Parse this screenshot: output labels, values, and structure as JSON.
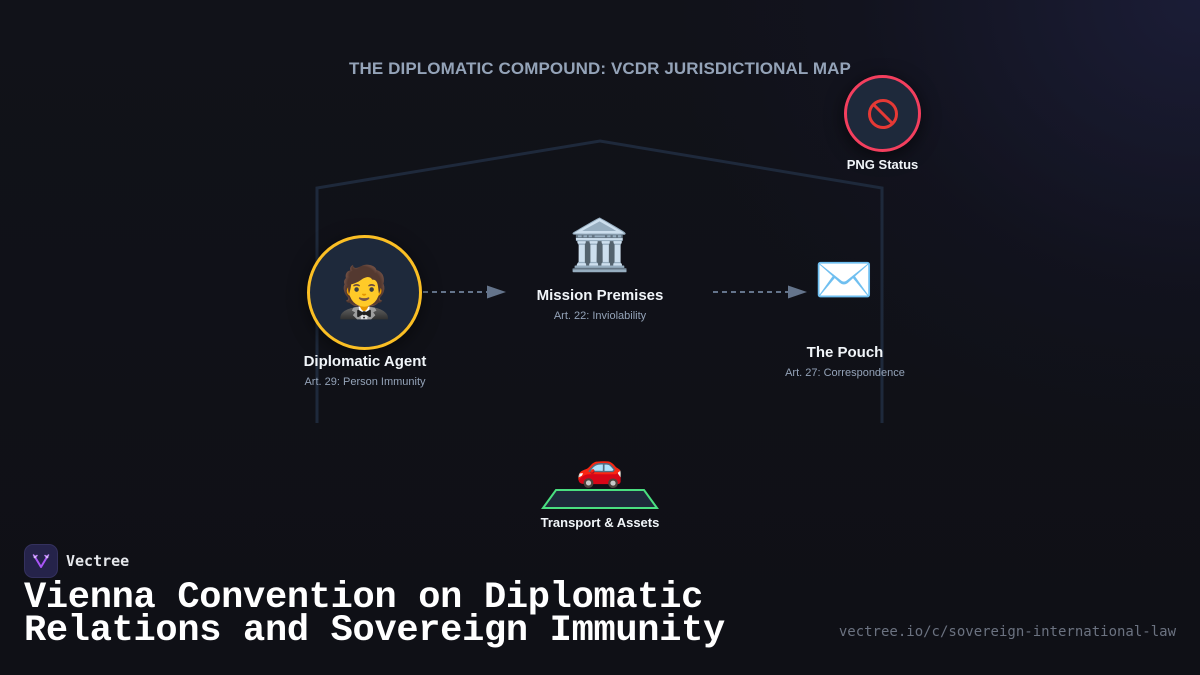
{
  "diagram": {
    "title": "THE DIPLOMATIC COMPOUND: VCDR JURISDICTIONAL MAP",
    "nodes": {
      "agent": {
        "icon": "person-in-tuxedo-icon",
        "glyph": "🤵",
        "label": "Diplomatic Agent",
        "sublabel": "Art. 29: Person Immunity",
        "border_color": "#fbbf24"
      },
      "premises": {
        "icon": "classical-building-icon",
        "glyph": "🏛️",
        "label": "Mission Premises",
        "sublabel": "Art. 22: Inviolability"
      },
      "pouch": {
        "icon": "envelope-icon",
        "glyph": "✉️",
        "label": "The Pouch",
        "sublabel": "Art. 27: Correspondence"
      },
      "png": {
        "icon": "prohibited-icon",
        "glyph": "🚫",
        "label": "PNG Status",
        "border_color": "#f43f5e"
      },
      "transport": {
        "icon": "car-icon",
        "glyph": "🚗",
        "label": "Transport & Assets",
        "platform_color": "#4ade80"
      }
    },
    "edges": [
      {
        "from": "Diplomatic Agent",
        "to": "Mission Premises",
        "style": "dashed-arrow"
      },
      {
        "from": "Mission Premises",
        "to": "The Pouch",
        "style": "dashed-arrow"
      }
    ],
    "colors": {
      "compound_outline": "#1e293b",
      "arrow": "#64748b",
      "title": "#94a3b8"
    }
  },
  "footer": {
    "brand": "Vectree",
    "title_line1": "Vienna Convention on Diplomatic",
    "title_line2": "Relations and Sovereign Immunity",
    "url": "vectree.io/c/sovereign-international-law"
  }
}
